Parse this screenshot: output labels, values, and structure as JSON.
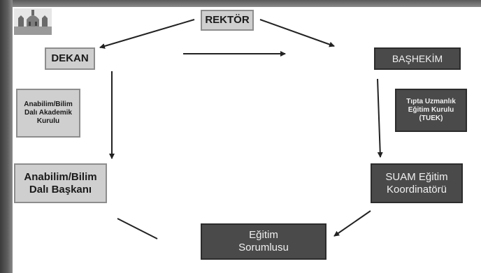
{
  "nodes": {
    "rektor": "REKTÖR",
    "dekan": "DEKAN",
    "bashekim": "BAŞHEKİM",
    "akademik_kurulu": "Anabilim/Bilim Dalı Akademik Kurulu",
    "tuek": "Tıpta Uzmanlık Eğitim Kurulu (TUEK)",
    "abd_baskani": "Anabilim/Bilim Dalı Başkanı",
    "suam": "SUAM Eğitim Koordinatörü",
    "egitim_sorumlusu": "Eğitim Sorumlusu"
  },
  "colors": {
    "light_box": "#cfcfcf",
    "dark_box": "#4a4a4a",
    "arrow": "#222222"
  }
}
